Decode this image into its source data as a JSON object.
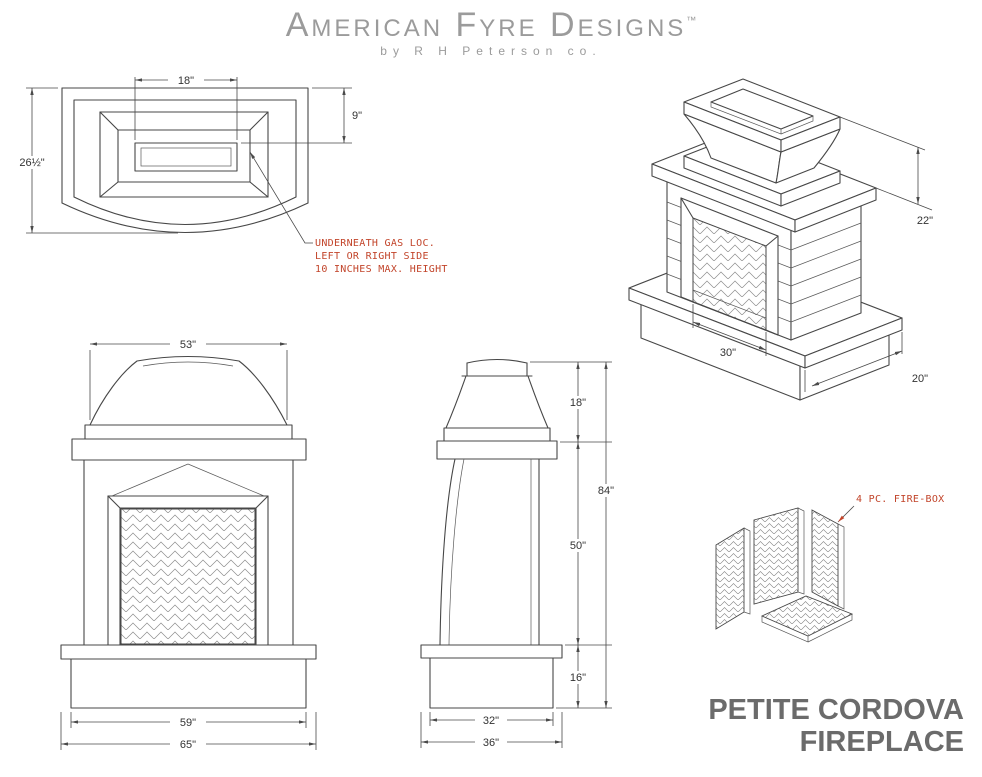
{
  "header": {
    "brand": "American Fyre Designs",
    "tm": "™",
    "byline": "by R H Peterson co."
  },
  "title": {
    "line1": "PETITE CORDOVA",
    "line2": "FIREPLACE"
  },
  "notes": {
    "gas": [
      "UNDERNEATH GAS LOC.",
      "LEFT OR RIGHT SIDE",
      "10 INCHES MAX. HEIGHT"
    ],
    "firebox": "4 PC. FIRE-BOX"
  },
  "views": {
    "top": {
      "dims": {
        "opening_width": "18\"",
        "opening_depth": "9\"",
        "overall_depth": "26½\""
      }
    },
    "front": {
      "dims": {
        "hood_width": "53\"",
        "body_width": "59\"",
        "base_width": "65\""
      }
    },
    "side": {
      "dims": {
        "hood_height": "18\"",
        "overall_height": "84\"",
        "body_height": "50\"",
        "base_height": "16\"",
        "body_depth": "32\"",
        "base_depth": "36\""
      }
    },
    "iso": {
      "dims": {
        "chimney_height": "22\"",
        "opening_width": "30\"",
        "base_depth": "20\""
      }
    }
  },
  "colors": {
    "line": "#474747",
    "annotation": "#c2442a",
    "brand": "#9b9b9b",
    "title": "#6b6b6b"
  }
}
